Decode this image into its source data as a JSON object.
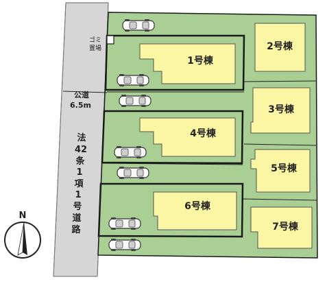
{
  "map": {
    "buildings": [
      {
        "id": "lot-1",
        "label": "1号棟"
      },
      {
        "id": "lot-2",
        "label": "2号棟"
      },
      {
        "id": "lot-3",
        "label": "3号棟"
      },
      {
        "id": "lot-4",
        "label": "4号棟"
      },
      {
        "id": "lot-5",
        "label": "5号棟"
      },
      {
        "id": "lot-6",
        "label": "6号棟"
      },
      {
        "id": "lot-7",
        "label": "7号棟"
      }
    ],
    "garbage_area": {
      "line1": "ゴミ",
      "line2": "置場"
    },
    "public_road": {
      "line1": "公道",
      "line2": "6.5m"
    },
    "legal_road": {
      "chars": [
        "法",
        "42",
        "条",
        "1",
        "項",
        "1",
        "号",
        "道",
        "路"
      ]
    },
    "compass": {
      "label": "N"
    },
    "icons": [
      "car-icon",
      "compass-icon"
    ],
    "colors": {
      "lot_fill": "#a9cf95",
      "house_fill": "#fbf6a3",
      "road_fill": "#d6d6d6",
      "outline": "#1a1a1a"
    }
  }
}
